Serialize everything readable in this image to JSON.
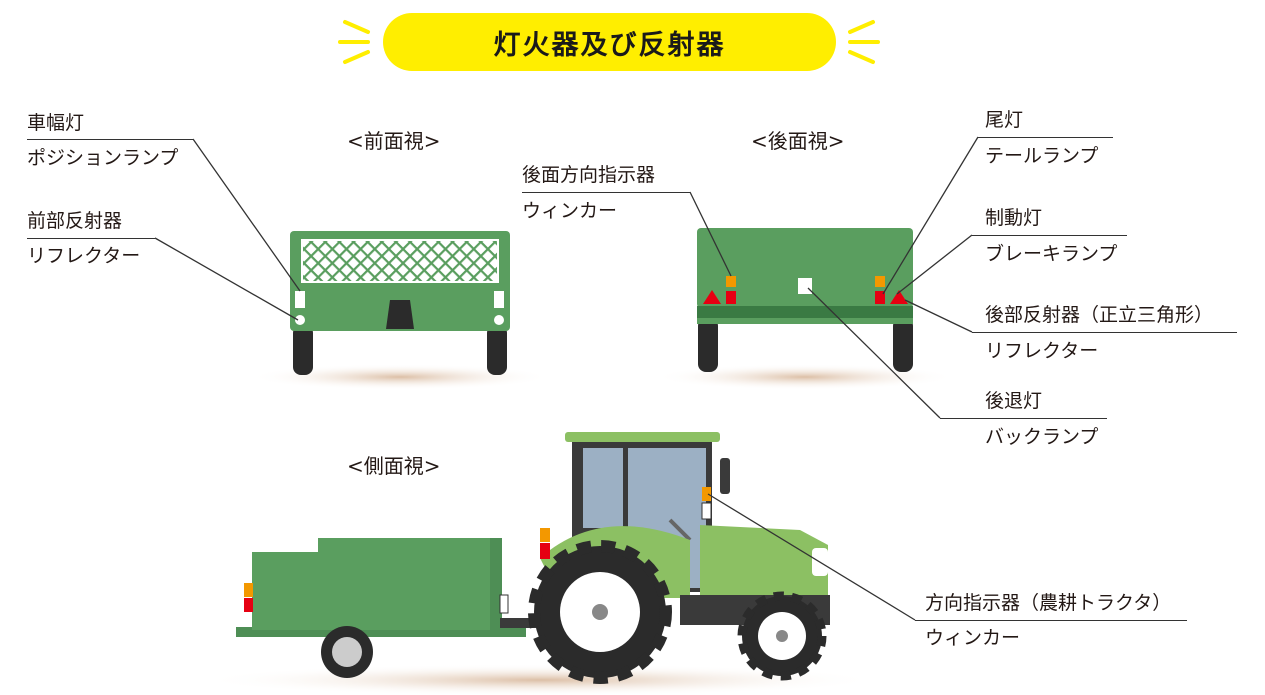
{
  "title": "灯火器及び反射器",
  "views": {
    "front": "<前面視>",
    "rear": "<後面視>",
    "side": "<側面視>"
  },
  "labels": {
    "position_lamp": {
      "main": "車幅灯",
      "sub": "ポジションランプ"
    },
    "front_reflector": {
      "main": "前部反射器",
      "sub": "リフレクター"
    },
    "rear_turn_signal": {
      "main": "後面方向指示器",
      "sub": "ウィンカー"
    },
    "tail_lamp": {
      "main": "尾灯",
      "sub": "テールランプ"
    },
    "brake_lamp": {
      "main": "制動灯",
      "sub": "ブレーキランプ"
    },
    "rear_reflector": {
      "main": "後部反射器（正立三角形）",
      "sub": "リフレクター"
    },
    "reverse_lamp": {
      "main": "後退灯",
      "sub": "バックランプ"
    },
    "tractor_turn_signal": {
      "main": "方向指示器（農耕トラクタ）",
      "sub": "ウィンカー"
    }
  },
  "colors": {
    "accent_yellow": "#ffee00",
    "body_green": "#5a9e5f",
    "tractor_light_green": "#8cc063",
    "lamp_amber": "#f39800",
    "lamp_red": "#e60012",
    "tire": "#2b2b2b",
    "ground_shadow": "#e8d4c2"
  }
}
